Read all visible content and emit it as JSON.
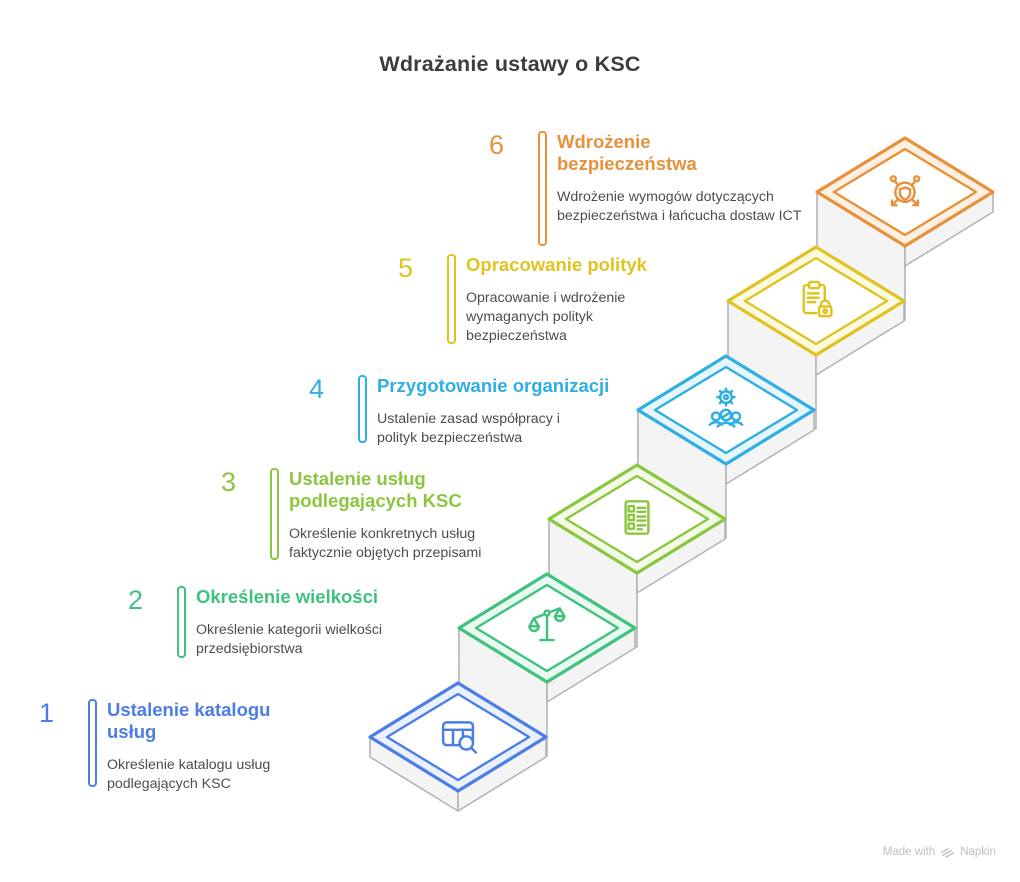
{
  "title": "Wdrażanie ustawy o KSC",
  "steps": [
    {
      "number": "1",
      "title": "Ustalenie katalogu usług",
      "description": "Określenie katalogu usług podlegających KSC",
      "color": "#4C7DE7",
      "tint": "#EAF1FC",
      "icon": "table-search-icon"
    },
    {
      "number": "2",
      "title": "Określenie wielkości",
      "description": "Określenie kategorii wielkości przedsiębiorstwa",
      "color": "#3EC27D",
      "tint": "#E9F9F1",
      "icon": "scales-icon"
    },
    {
      "number": "3",
      "title": "Ustalenie usług podlegających KSC",
      "description": "Określenie konkretnych usług faktycznie objętych przepisami",
      "color": "#8CC63F",
      "tint": "#F4FAE8",
      "icon": "checklist-icon"
    },
    {
      "number": "4",
      "title": "Przygotowanie organizacji",
      "description": "Ustalenie zasad współpracy i polityk bezpieczeństwa",
      "color": "#2FAEE3",
      "tint": "#E7F6FC",
      "icon": "gear-team-icon"
    },
    {
      "number": "5",
      "title": "Opracowanie polityk",
      "description": "Opracowanie i wdrożenie wymaganych polityk bezpieczeństwa",
      "color": "#E0C321",
      "tint": "#FCF9E1",
      "icon": "clipboard-lock-icon"
    },
    {
      "number": "6",
      "title": "Wdrożenie bezpieczeństwa",
      "description": "Wdrożenie wymogów dotyczących bezpieczeństwa i łańcucha dostaw ICT",
      "color": "#E8913C",
      "tint": "#FCF0E3",
      "icon": "shield-network-icon"
    }
  ],
  "colors": {
    "heading_text": "#3D3D3D",
    "description_text": "#4D4D4D",
    "stair_face": "#F4F4F5",
    "stair_edge": "#B4B4B4",
    "footer_text": "#BFBFBF"
  },
  "footer": {
    "made_with": "Made with",
    "brand": "Napkin"
  }
}
